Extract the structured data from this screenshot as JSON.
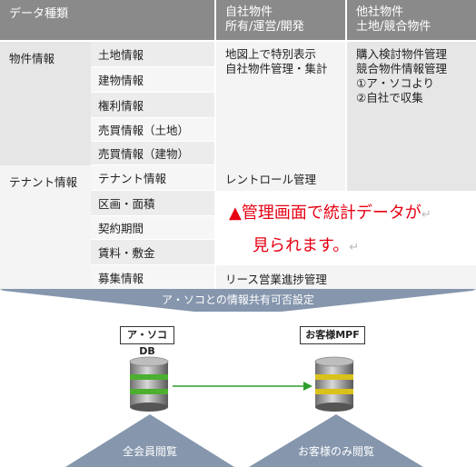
{
  "header": {
    "col1": "データ種類",
    "col2": "自社物件\n所有/運営/開発",
    "col3": "他社物件\n土地/競合物件"
  },
  "categories": [
    {
      "label": "物件情報",
      "items": [
        "土地情報",
        "建物情報",
        "権利情報",
        "売買情報（土地）",
        "売買情報（建物）"
      ]
    },
    {
      "label": "テナント情報",
      "items": [
        "テナント情報",
        "区画・面積",
        "契約期間",
        "賃料・敷金",
        "募集情報"
      ]
    }
  ],
  "descriptions": {
    "own_property": "地図上で特別表示\n自社物件管理・集計",
    "other_property": "購入検討物件管理\n競合物件情報管理\n①ア・ソコより\n②自社で収集",
    "rent_roll": "レントロール管理",
    "lease": "リース営業進捗管理"
  },
  "callout": {
    "line1": "▲管理画面で統計データが",
    "line2": "見られます。",
    "mark": "↵"
  },
  "banner": "ア・ソコとの情報共有可否設定",
  "databases": [
    {
      "label": "ア・ソコDB",
      "ring_color": "#4caf2f"
    },
    {
      "label": "お客様MPF",
      "ring_color": "#d9c21a"
    }
  ],
  "audiences": [
    "全会員閲覧",
    "お客様のみ閲覧"
  ],
  "colors": {
    "header": "#8a8a8a",
    "banner": "#8596ad",
    "callout_text": "#e60012",
    "arrow": "#2e9e2e"
  }
}
